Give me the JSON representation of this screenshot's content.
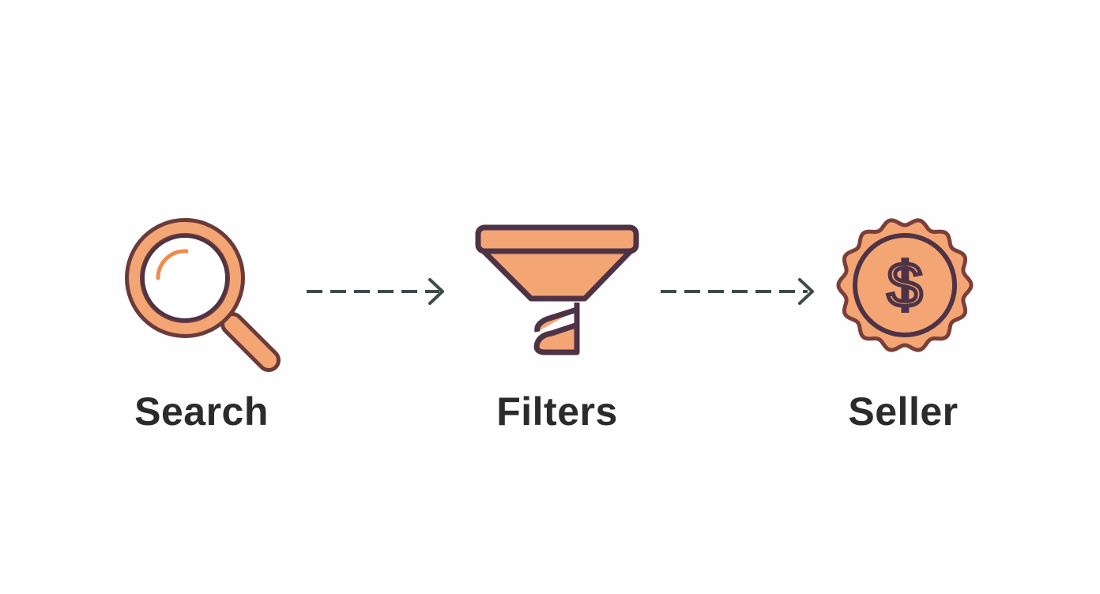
{
  "steps": [
    {
      "label": "Search",
      "icon": "magnifier-icon"
    },
    {
      "label": "Filters",
      "icon": "funnel-icon"
    },
    {
      "label": "Seller",
      "icon": "dollar-badge-icon"
    }
  ],
  "colors": {
    "fill": "#f4a574",
    "outline": "#4e3346",
    "badge_outline": "#7a3f3a",
    "arrow": "#3f4a4a",
    "text": "#2b2b2b"
  }
}
